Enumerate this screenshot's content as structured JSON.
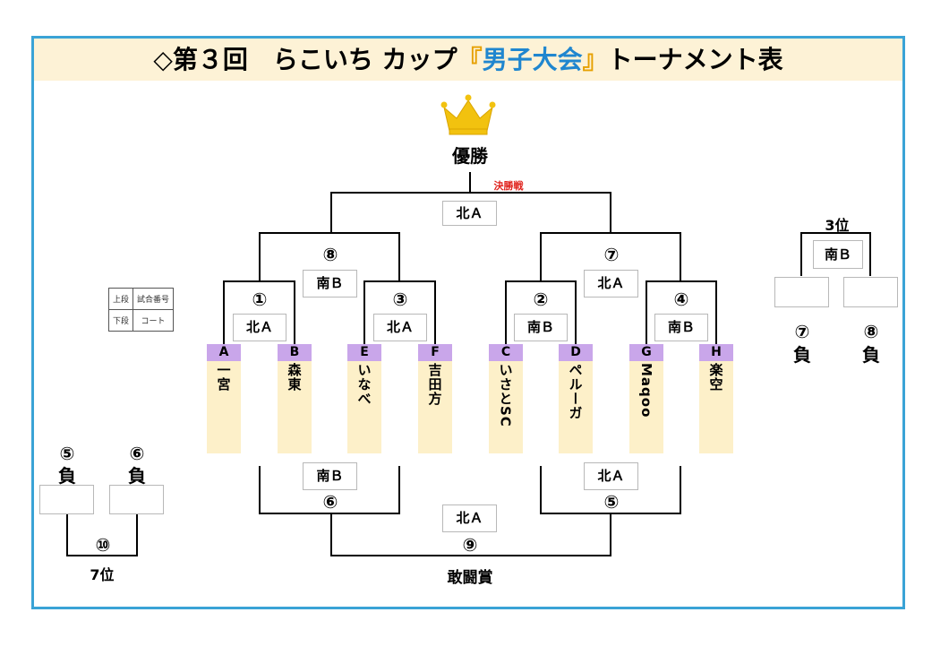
{
  "title": {
    "prefix": "◇第３回　らこいち カップ",
    "open_bracket": "『",
    "highlight": "男子大会",
    "close_bracket": "』",
    "suffix": "トーナメント表"
  },
  "champion_label": "優勝",
  "final_label": "決勝戦",
  "fighting_spirit_label": "敢闘賞",
  "third_place_label": "3位",
  "seventh_place_label": "7位",
  "legend": {
    "row1_label": "上段",
    "row1_value": "試合番号",
    "row2_label": "下段",
    "row2_value": "コート"
  },
  "teams": [
    {
      "code": "A",
      "name": "一宮"
    },
    {
      "code": "B",
      "name": "森東"
    },
    {
      "code": "E",
      "name": "いなべ"
    },
    {
      "code": "F",
      "name": "吉田方"
    },
    {
      "code": "C",
      "name": "いさとSC"
    },
    {
      "code": "D",
      "name": "ペルーガ"
    },
    {
      "code": "G",
      "name": "Maqoo"
    },
    {
      "code": "H",
      "name": "楽空"
    }
  ],
  "matches": {
    "m1": {
      "number": "①",
      "court": "北Ａ"
    },
    "m2": {
      "number": "②",
      "court": "南Ｂ"
    },
    "m3": {
      "number": "③",
      "court": "北Ａ"
    },
    "m4": {
      "number": "④",
      "court": "南Ｂ"
    },
    "m5": {
      "number": "⑤",
      "court": "北Ａ"
    },
    "m6": {
      "number": "⑥",
      "court": "南Ｂ"
    },
    "m7": {
      "number": "⑦",
      "court": "北Ａ"
    },
    "m8": {
      "number": "⑧",
      "court": "南Ｂ"
    },
    "m9": {
      "number": "⑨",
      "court": "北Ａ"
    },
    "m10": {
      "number": "⑩"
    },
    "final": {
      "court": "北Ａ"
    },
    "third": {
      "court": "南Ｂ"
    }
  },
  "losers": {
    "l5": {
      "number": "⑤",
      "text": "負"
    },
    "l6": {
      "number": "⑥",
      "text": "負"
    },
    "l7": {
      "number": "⑦",
      "text": "負"
    },
    "l8": {
      "number": "⑧",
      "text": "負"
    }
  },
  "colors": {
    "frame": "#3aa3d6",
    "title_band": "#fdf2d6",
    "title_accent": "#1f86cf",
    "team_code_bg": "#c9a6ea",
    "team_name_bg": "#fdf0c9",
    "final_label": "#e0201a",
    "crown": "#f2c20f"
  }
}
